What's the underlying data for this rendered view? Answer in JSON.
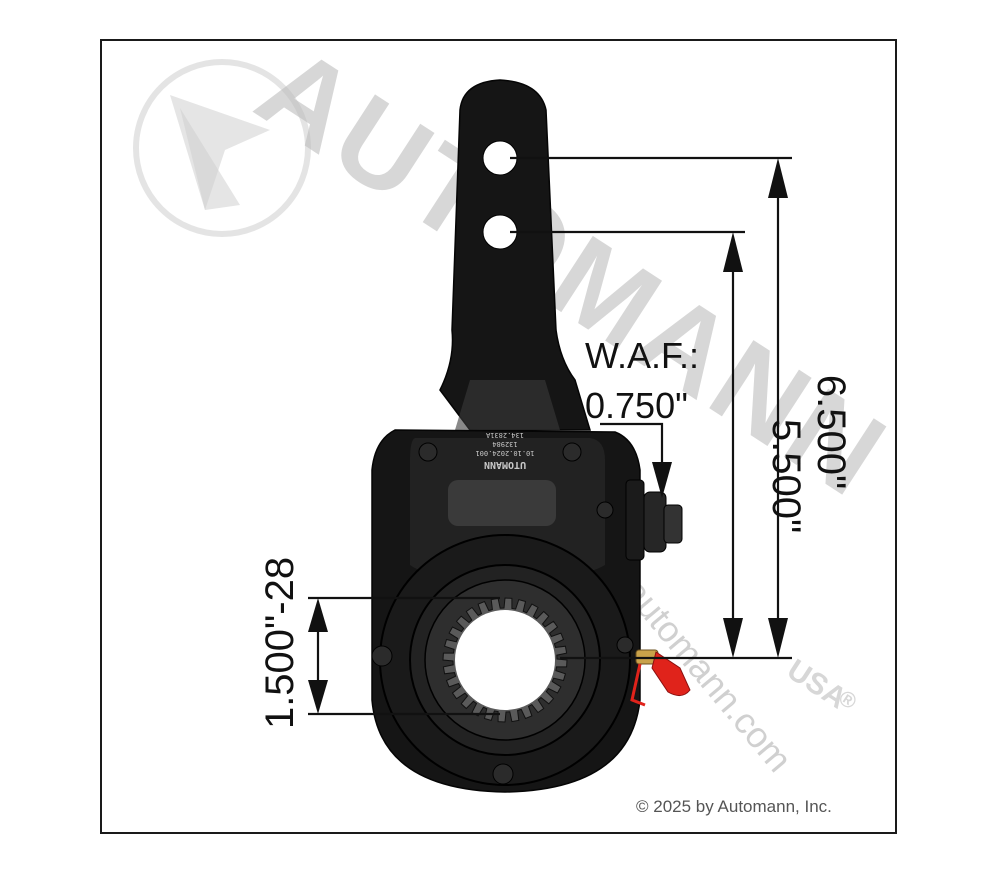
{
  "dimensions": {
    "top_hole_length": "6.500\"",
    "second_hole_length": "5.500\"",
    "spline": "1.500\"-28",
    "waf_label": "W.A.F.:",
    "waf_value": "0.750\""
  },
  "watermark": {
    "brand": "AUTOMANN",
    "region": "USA",
    "registered": "®",
    "url": "automann.com"
  },
  "part_markings": {
    "brand": "UTOMANN",
    "line1": "10.10.2024.001",
    "line2": "132984",
    "line3": "134.2831A"
  },
  "copyright": "© 2025 by Automann, Inc.",
  "colors": {
    "part": "#151515",
    "fitting_cap": "#e0231b",
    "fitting_brass": "#c9a24a",
    "frame": "#1a1a1a"
  }
}
